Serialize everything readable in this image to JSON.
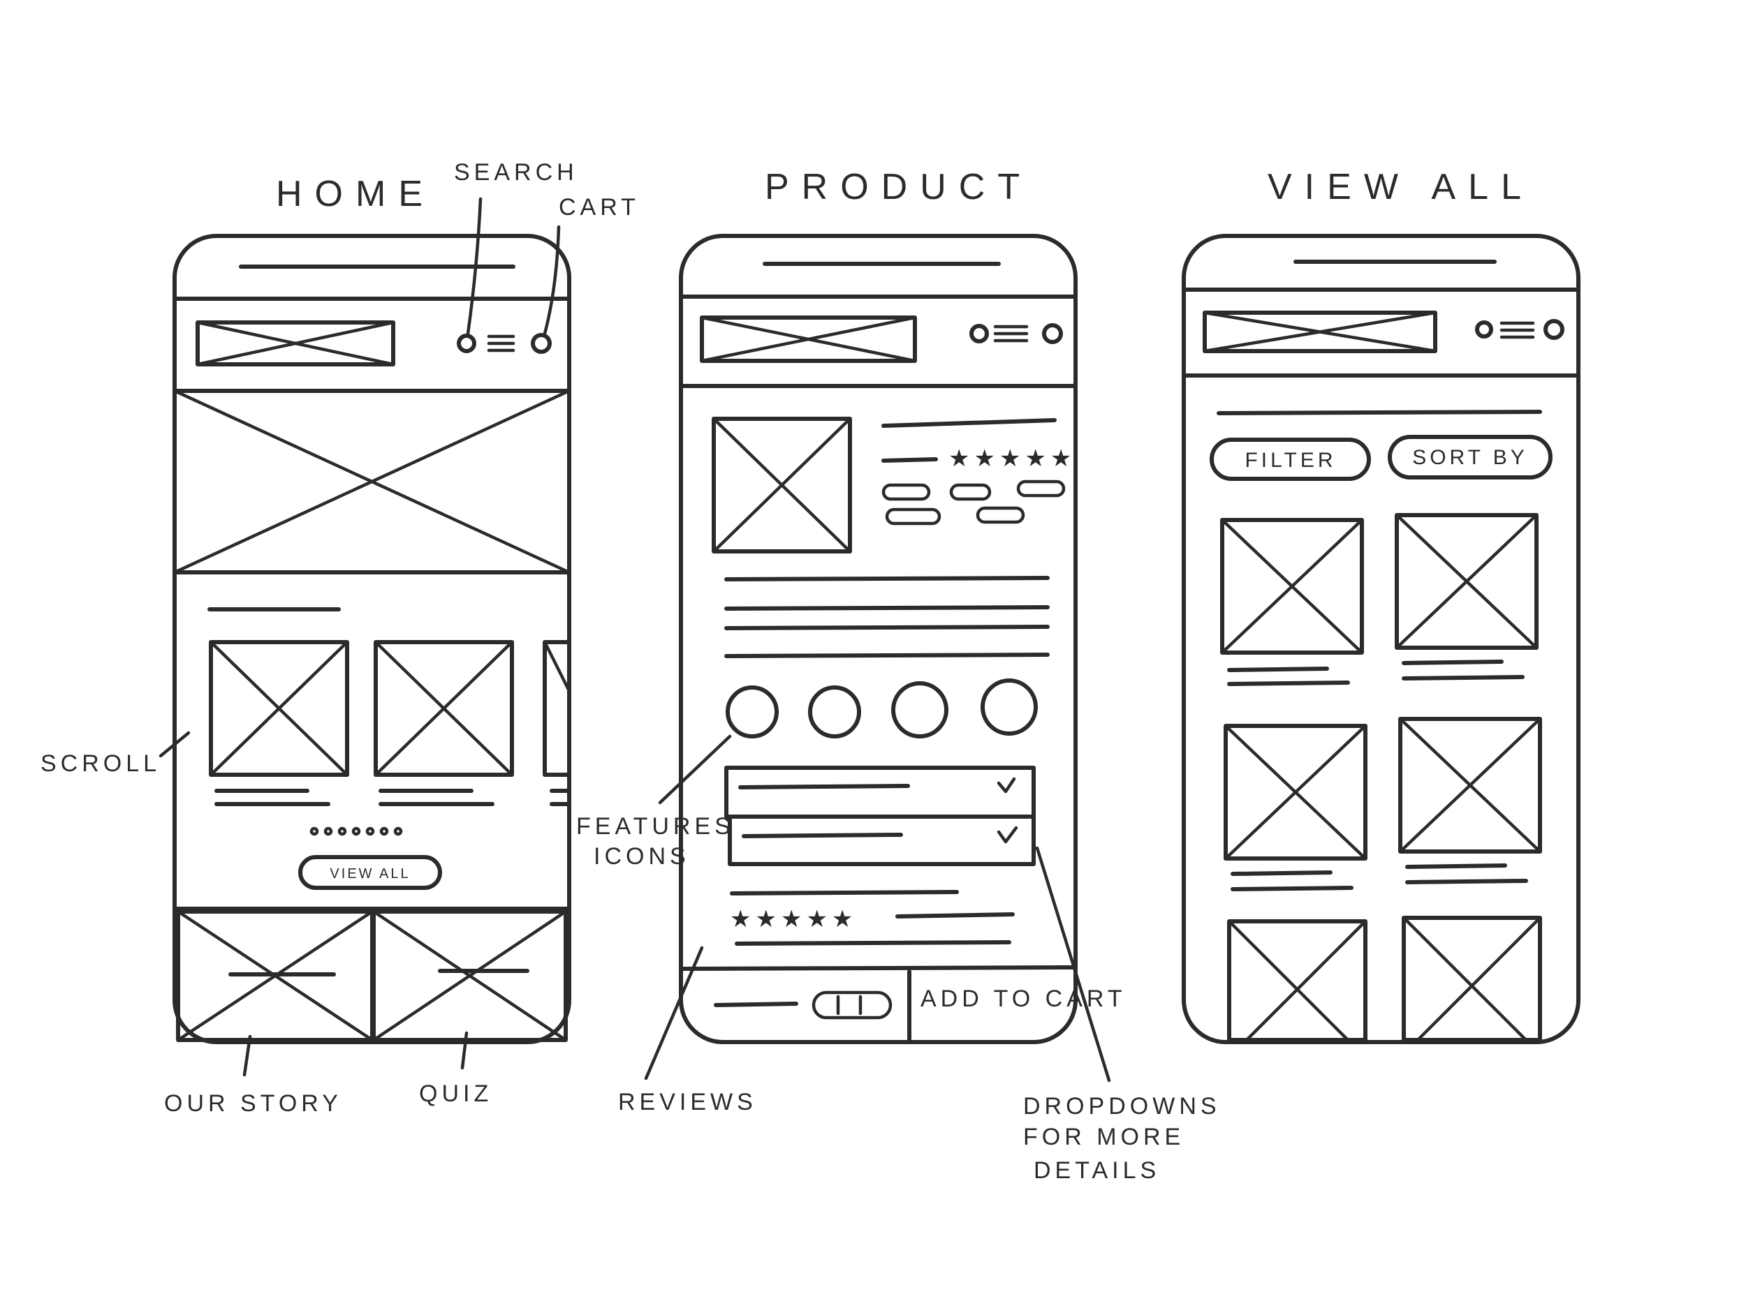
{
  "screens": {
    "home": {
      "title": "HOME",
      "view_all_button": "VIEW ALL"
    },
    "product": {
      "title": "PRODUCT",
      "add_to_cart_button": "ADD TO CART"
    },
    "view_all": {
      "title": "VIEW ALL",
      "filter_button": "FILTER",
      "sort_button": "SORT BY"
    }
  },
  "annotations": {
    "search": "SEARCH",
    "cart": "CART",
    "scroll": "SCROLL",
    "our_story": "OUR STORY",
    "quiz": "QUIZ",
    "features_icons": [
      "FEATURES",
      "ICONS"
    ],
    "reviews": "REVIEWS",
    "dropdowns": [
      "DROPDOWNS",
      "FOR MORE",
      "DETAILS"
    ]
  },
  "colors": {
    "ink": "#2b2b2b",
    "paper": "#ffffff"
  }
}
